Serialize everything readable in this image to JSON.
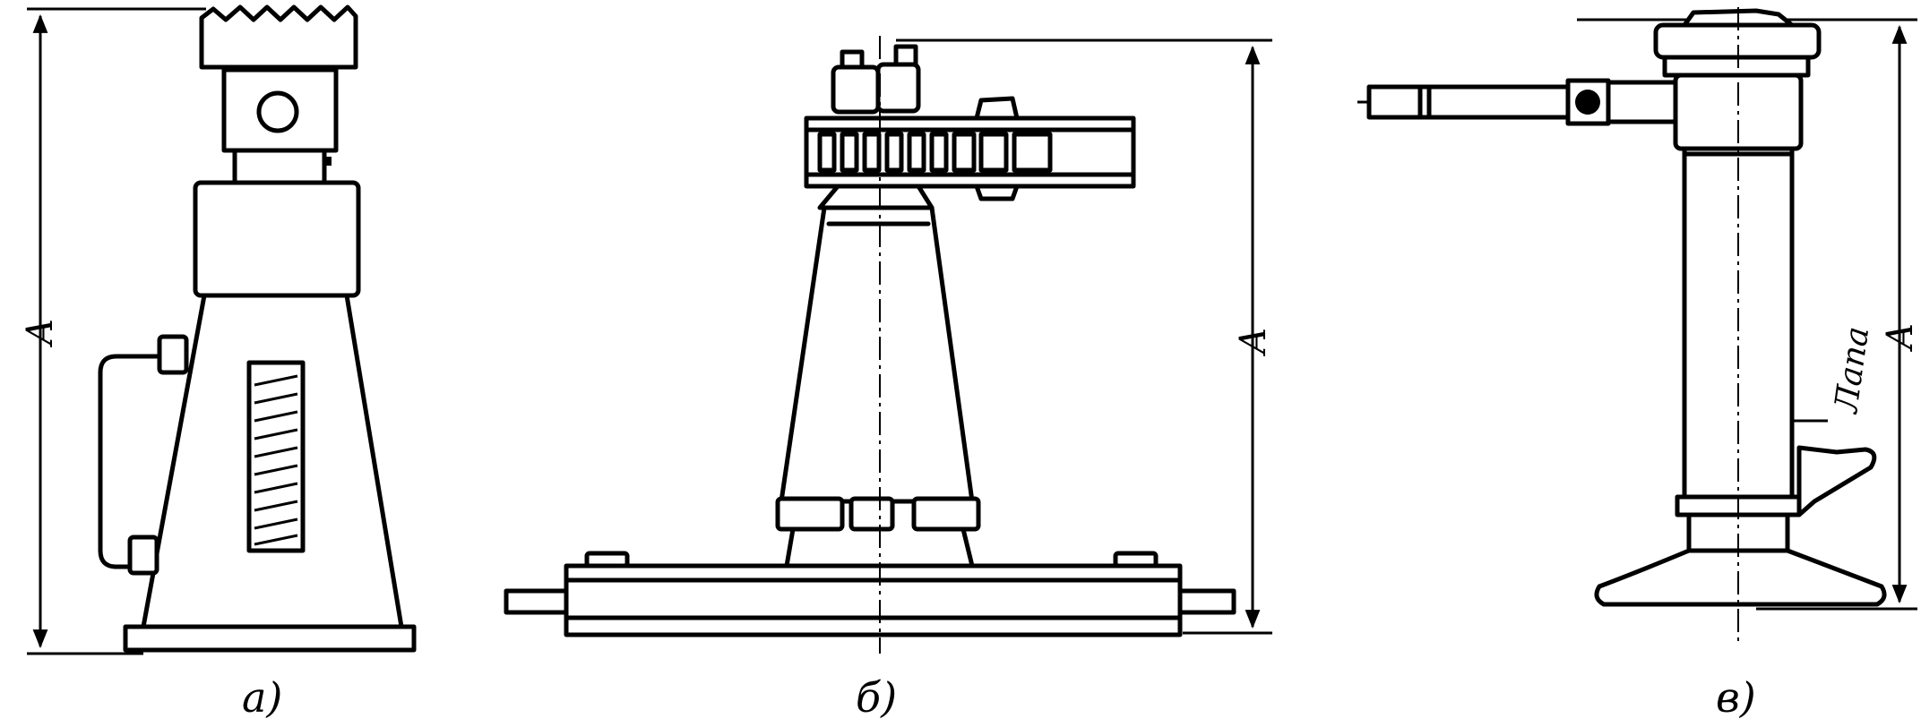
{
  "figures": [
    {
      "id": "a",
      "caption": "а)",
      "dimension_label": "A"
    },
    {
      "id": "b",
      "caption": "б)",
      "dimension_label": "A"
    },
    {
      "id": "v",
      "caption": "в)",
      "dimension_label": "A",
      "callout": "Лапа"
    }
  ]
}
